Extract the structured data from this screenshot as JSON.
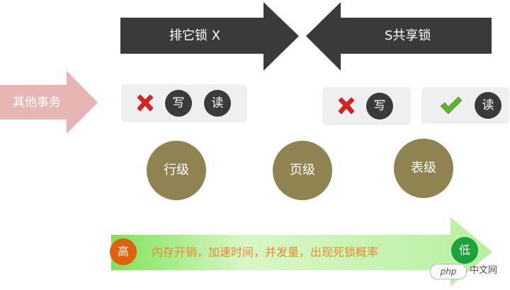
{
  "header": {
    "exclusive_lock": "排它锁 X",
    "shared_lock": "S共享锁"
  },
  "other_transactions": "其他事务",
  "exclusive_permissions": {
    "write": "写",
    "read": "读"
  },
  "shared_permissions": {
    "write": "写",
    "read": "读"
  },
  "granularity": {
    "row": "行级",
    "page": "页级",
    "table": "表级"
  },
  "scale": {
    "high": "高",
    "description": "内存开销，加速时间，并发量，出现死锁概率",
    "low": "低"
  },
  "watermark": {
    "brand": "php",
    "site": "中文网"
  },
  "colors": {
    "dark_arrow": "#3a3a3a",
    "pink_arrow": "#e7b6b4",
    "olive_circle": "#8f8451",
    "high_badge": "#e0620e",
    "low_badge": "#1aa33a",
    "deny_x": "#e02020",
    "allow_check": "#5bb52a"
  }
}
